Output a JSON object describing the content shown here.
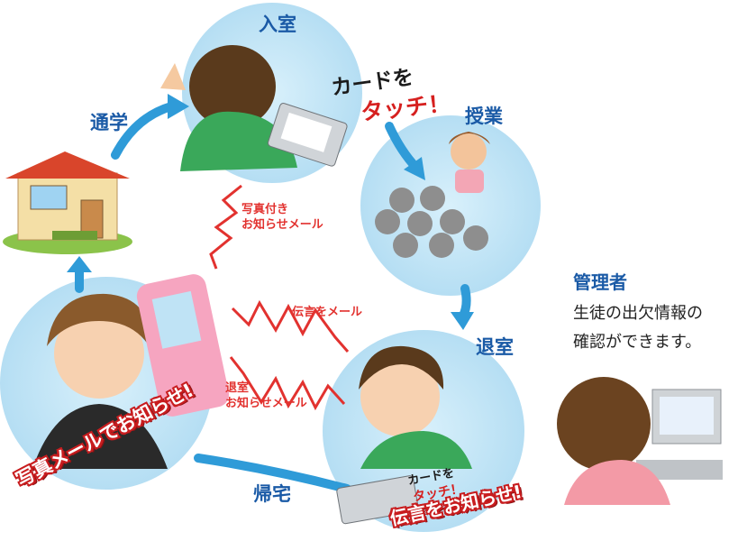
{
  "stages": {
    "enter": "入室",
    "commute": "通学",
    "lesson": "授業",
    "exit": "退室",
    "home": "帰宅"
  },
  "card_touch": {
    "line1": "カードを",
    "line2": "タッチ！"
  },
  "card_touch_small": {
    "line1": "カードを",
    "line2": "タッチ！"
  },
  "mails": {
    "photo_mail_line1": "写真付き",
    "photo_mail_line2": "お知らせメール",
    "message_mail": "伝言をメール",
    "exit_mail_line1": "退室",
    "exit_mail_line2": "お知らせメール"
  },
  "admin": {
    "title": "管理者",
    "desc_line1": "生徒の出欠情報の",
    "desc_line2": "確認ができます。"
  },
  "banners": {
    "photo_notify": "写真メールでお知らせ!",
    "message_notify": "伝言をお知らせ!"
  },
  "colors": {
    "circle": "#bfe3f5",
    "arrow": "#2f9bd8",
    "label_blue": "#1a5aa6",
    "mail_red": "#e2322f"
  }
}
